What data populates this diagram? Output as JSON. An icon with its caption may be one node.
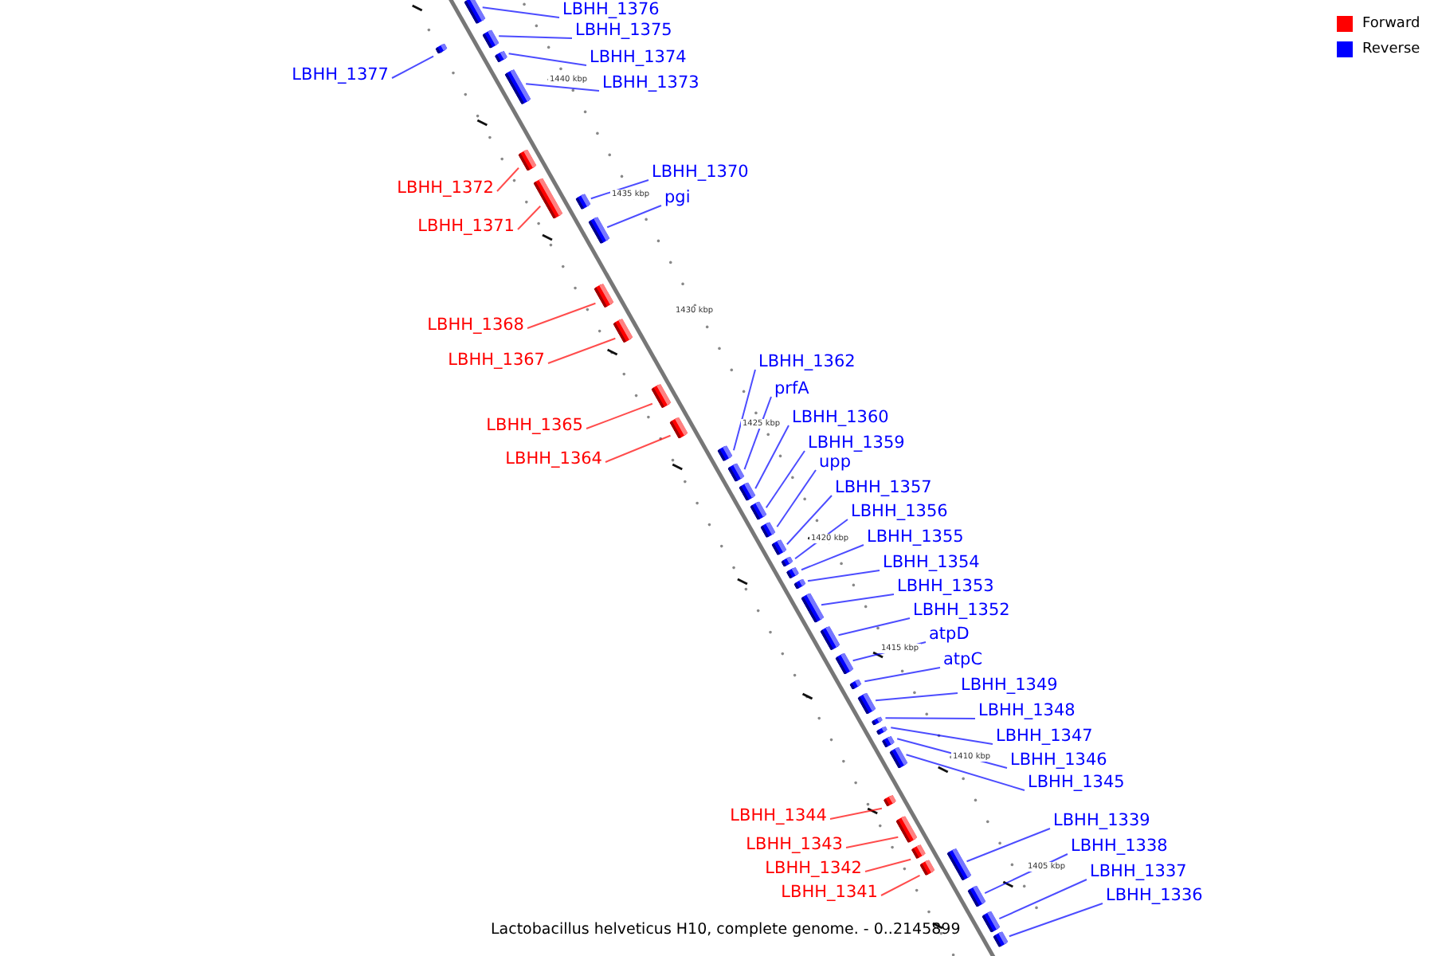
{
  "diagram": {
    "caption": "Lactobacillus helveticus H10, complete genome. - 0..2145899",
    "nodes": [
      {
        "text": [
          "LBHH_1376"
        ]
      },
      {
        "text": [],
        "shape": "box"
      },
      {
        "text": [
          "LBHH_1375"
        ]
      },
      {
        "text": [],
        "shape": "box"
      },
      {
        "text": [
          "LBHH_1377"
        ]
      },
      {
        "text": [],
        "shape": "box"
      },
      {
        "text": [
          "LBHH_1374"
        ]
      },
      {
        "text": [],
        "shape": "box"
      },
      {
        "text": [
          "LBHH_1373"
        ]
      },
      {
        "text": [],
        "shape": "box"
      },
      {
        "text": [
          "LBHH_1370"
        ]
      },
      {
        "text": [],
        "shape": "box"
      },
      {
        "text": [
          "LBHH_1372"
        ]
      },
      {
        "text": [],
        "shape": "box"
      },
      {
        "text": [
          "pgi"
        ]
      },
      {
        "text": [],
        "shape": "box"
      },
      {
        "text": [
          "LBHH_1371"
        ]
      },
      {
        "text": [],
        "shape": "box"
      },
      {
        "text": [
          "LBHH_1368"
        ]
      },
      {
        "text": [],
        "shape": "box"
      },
      {
        "text": [
          "LBHH_1367"
        ]
      },
      {
        "text": [],
        "shape": "box"
      },
      {
        "text": [
          "LBHH_1362"
        ]
      },
      {
        "text": [],
        "shape": "box"
      },
      {
        "text": [
          "prfA"
        ]
      },
      {
        "text": [],
        "shape": "box"
      },
      {
        "text": [
          "LBHH_1360"
        ]
      },
      {
        "text": [],
        "shape": "box"
      },
      {
        "text": [
          "LBHH_1365"
        ]
      },
      {
        "text": [],
        "shape": "box"
      },
      {
        "text": [
          "LBHH_1359"
        ]
      },
      {
        "text": [],
        "shape": "box"
      },
      {
        "text": [
          "LBHH_1364"
        ]
      },
      {
        "text": [],
        "shape": "box"
      },
      {
        "text": [
          "upp"
        ]
      },
      {
        "text": [],
        "shape": "box"
      },
      {
        "text": [
          "LBHH_1357"
        ]
      },
      {
        "text": [],
        "shape": "box"
      },
      {
        "text": [
          "LBHH_1356"
        ]
      },
      {
        "text": [],
        "shape": "box"
      },
      {
        "text": [
          "LBHH_1355"
        ]
      },
      {
        "text": [],
        "shape": "box"
      },
      {
        "text": [
          "LBHH_1354"
        ]
      },
      {
        "text": [],
        "shape": "box"
      },
      {
        "text": [
          "LBHH_1353"
        ]
      },
      {
        "text": [],
        "shape": "box"
      },
      {
        "text": [
          "LBHH_1352"
        ]
      },
      {
        "text": [],
        "shape": "box"
      },
      {
        "text": [
          "atpD"
        ]
      },
      {
        "text": [],
        "shape": "box"
      },
      {
        "text": [
          "atpC"
        ]
      },
      {
        "text": [],
        "shape": "box"
      },
      {
        "text": [
          "LBHH_1349"
        ]
      },
      {
        "text": [],
        "shape": "box"
      },
      {
        "text": [
          "LBHH_1348"
        ]
      },
      {
        "text": [],
        "shape": "box"
      },
      {
        "text": [
          "LBHH_1347"
        ]
      },
      {
        "text": [],
        "shape": "box"
      },
      {
        "text": [
          "LBHH_1346"
        ]
      },
      {
        "text": [],
        "shape": "box"
      },
      {
        "text": [
          "LBHH_1345"
        ]
      },
      {
        "text": [],
        "shape": "box"
      },
      {
        "text": [
          "LBHH_1344"
        ]
      },
      {
        "text": [],
        "shape": "box"
      },
      {
        "text": [
          "LBHH_1339"
        ]
      },
      {
        "text": [],
        "shape": "box"
      },
      {
        "text": [
          "LBHH_1343"
        ]
      },
      {
        "text": [],
        "shape": "box"
      },
      {
        "text": [
          "LBHH_1338"
        ]
      },
      {
        "text": [],
        "shape": "box"
      },
      {
        "text": [
          "LBHH_1342"
        ]
      },
      {
        "text": [],
        "shape": "box"
      },
      {
        "text": [
          "LBHH_1337"
        ]
      },
      {
        "text": [],
        "shape": "box"
      },
      {
        "text": [
          "LBHH_1341"
        ]
      },
      {
        "text": [],
        "shape": "box"
      },
      {
        "text": [
          "LBHH_1336"
        ]
      },
      {
        "text": [],
        "shape": "box"
      }
    ],
    "edges": [
      {
        "from": 0,
        "to": 1,
        "arrow": "none"
      },
      {
        "from": 2,
        "to": 3,
        "arrow": "none"
      },
      {
        "from": 4,
        "to": 5,
        "arrow": "none"
      },
      {
        "from": 6,
        "to": 7,
        "arrow": "none"
      },
      {
        "from": 8,
        "to": 9,
        "arrow": "none"
      },
      {
        "from": 10,
        "to": 11,
        "arrow": "none"
      },
      {
        "from": 12,
        "to": 13,
        "arrow": "none",
        "color": "#ff0000"
      },
      {
        "from": 14,
        "to": 15,
        "arrow": "none"
      },
      {
        "from": 16,
        "to": 17,
        "arrow": "none",
        "color": "#ff0000"
      },
      {
        "from": 18,
        "to": 19,
        "arrow": "none",
        "color": "#ff0000"
      },
      {
        "from": 20,
        "to": 21,
        "arrow": "none",
        "color": "#ff0000"
      },
      {
        "from": 22,
        "to": 23,
        "arrow": "none"
      },
      {
        "from": 24,
        "to": 25,
        "arrow": "none"
      },
      {
        "from": 26,
        "to": 27,
        "arrow": "none"
      },
      {
        "from": 28,
        "to": 29,
        "arrow": "none",
        "color": "#ff0000"
      },
      {
        "from": 30,
        "to": 31,
        "arrow": "none"
      },
      {
        "from": 32,
        "to": 33,
        "arrow": "none",
        "color": "#ff0000"
      },
      {
        "from": 34,
        "to": 35,
        "arrow": "none"
      },
      {
        "from": 36,
        "to": 37,
        "arrow": "none"
      },
      {
        "from": 38,
        "to": 39,
        "arrow": "none"
      },
      {
        "from": 40,
        "to": 41,
        "arrow": "none"
      },
      {
        "from": 42,
        "to": 43,
        "arrow": "none"
      },
      {
        "from": 44,
        "to": 45,
        "arrow": "none"
      },
      {
        "from": 46,
        "to": 47,
        "arrow": "none"
      },
      {
        "from": 48,
        "to": 49,
        "arrow": "none"
      },
      {
        "from": 50,
        "to": 51,
        "arrow": "none"
      },
      {
        "from": 52,
        "to": 53,
        "arrow": "none"
      },
      {
        "from": 54,
        "to": 55,
        "arrow": "none"
      },
      {
        "from": 56,
        "to": 57,
        "arrow": "none"
      },
      {
        "from": 58,
        "to": 59,
        "arrow": "none"
      },
      {
        "from": 60,
        "to": 61,
        "arrow": "none"
      },
      {
        "from": 62,
        "to": 63,
        "arrow": "none",
        "color": "#ff0000"
      },
      {
        "from": 64,
        "to": 65,
        "arrow": "none"
      },
      {
        "from": 66,
        "to": 67,
        "arrow": "none",
        "color": "#ff0000"
      },
      {
        "from": 68,
        "to": 69,
        "arrow": "none"
      },
      {
        "from": 70,
        "to": 71,
        "arrow": "none",
        "color": "#ff0000"
      },
      {
        "from": 72,
        "to": 73,
        "arrow": "none"
      },
      {
        "from": 74,
        "to": 75,
        "arrow": "none",
        "color": "#ff0000"
      },
      {
        "from": 76,
        "to": 77,
        "arrow": "none"
      }
    ],
    "labels": [
      "1440 kbp",
      "1435 kbp",
      "1430 kbp",
      "1425 kbp",
      "1420 kbp",
      "1415 kbp",
      "1410 kbp",
      "1405 kbp"
    ],
    "legend": [
      {
        "text": "Forward",
        "color": "#ff0000"
      },
      {
        "text": "Reverse",
        "color": "#0000ff"
      }
    ]
  }
}
